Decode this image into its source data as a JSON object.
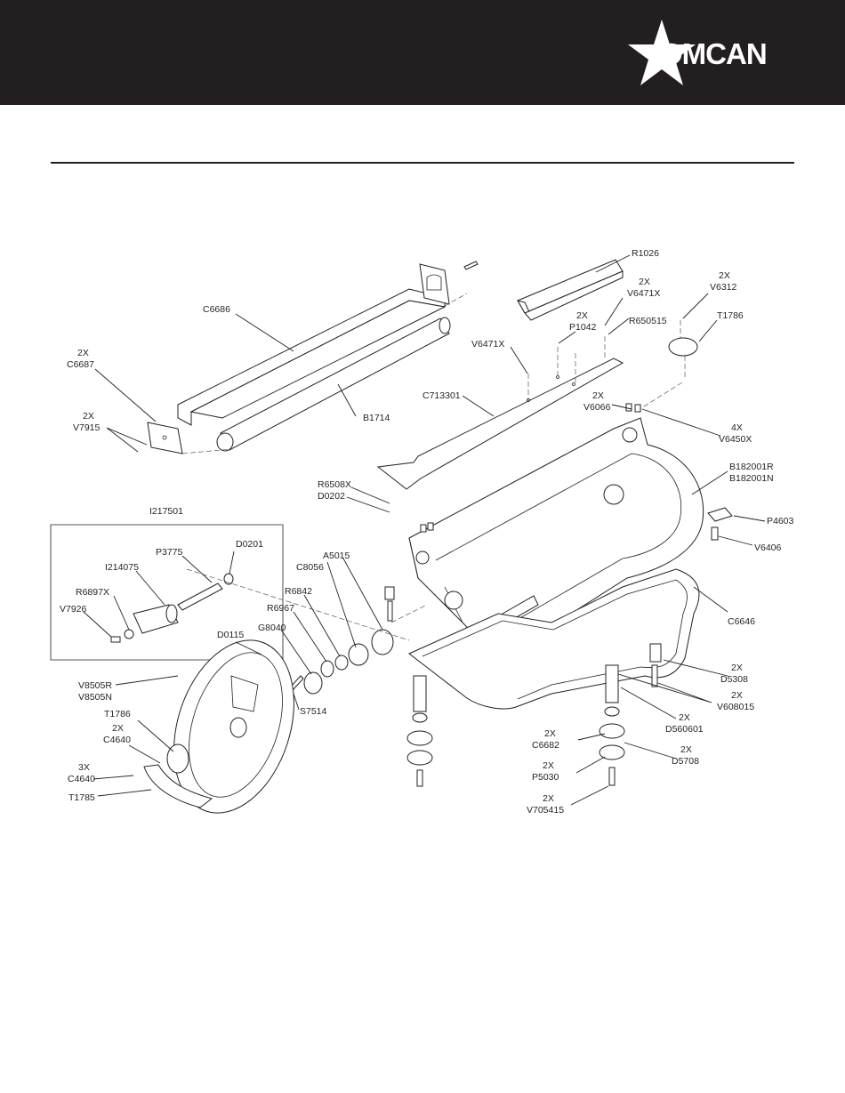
{
  "brand": {
    "name": "OMCAN",
    "header_color": "#231f20"
  },
  "labels": {
    "r1026": "R1026",
    "v6471x_qty": "2X",
    "v6471x": "V6471X",
    "v6312_qty": "2X",
    "v6312": "V6312",
    "p1042_qty": "2X",
    "p1042": "P1042",
    "r650515": "R650515",
    "t1786_top": "T1786",
    "c6686": "C6686",
    "c6687_qty": "2X",
    "c6687": "C6687",
    "v7915_qty": "2X",
    "v7915": "V7915",
    "b1714": "B1714",
    "v6471x_single": "V6471X",
    "c713301": "C713301",
    "v6066_qty": "2X",
    "v6066": "V6066",
    "v6450x_qty": "4X",
    "v6450x": "V6450X",
    "b182001r": "B182001R",
    "b182001n": "B182001N",
    "p4603": "P4603",
    "v6406": "V6406",
    "r6508x": "R6508X",
    "d0202": "D0202",
    "i217501": "I217501",
    "p3775": "P3775",
    "d0201": "D0201",
    "i214075": "I214075",
    "r6897x": "R6897X",
    "v7926": "V7926",
    "c8056": "C8056",
    "a5015": "A5015",
    "r6842": "R6842",
    "r6967": "R6967",
    "g8040": "G8040",
    "d0115": "D0115",
    "c6646": "C6646",
    "v8505r": "V8505R",
    "v8505n": "V8505N",
    "s7514": "S7514",
    "t1786_wheel": "T1786",
    "c4640_qty": "2X",
    "c4640": "C4640",
    "c4640b_qty": "3X",
    "c4640b": "C4640",
    "t1785": "T1785",
    "d5308_qty": "2X",
    "d5308": "D5308",
    "v608015_qty": "2X",
    "v608015": "V608015",
    "d560601_qty": "2X",
    "d560601": "D560601",
    "c6682_qty": "2X",
    "c6682": "C6682",
    "d5708_qty": "2X",
    "d5708": "D5708",
    "p5030_qty": "2X",
    "p5030": "P5030",
    "v705415_qty": "2X",
    "v705415": "V705415"
  }
}
